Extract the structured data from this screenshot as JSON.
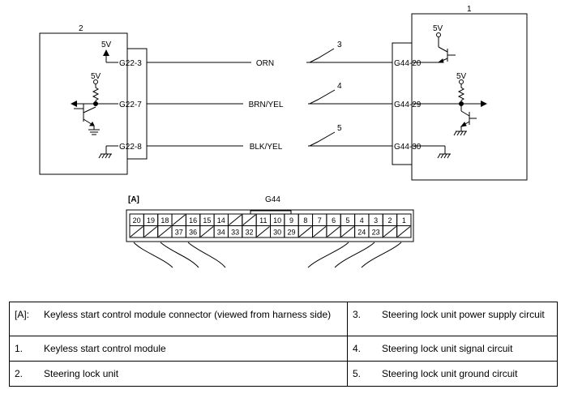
{
  "diagram": {
    "components": [
      {
        "number": "1"
      },
      {
        "number": "2"
      }
    ],
    "wire_callouts": [
      "3",
      "4",
      "5"
    ],
    "wires": [
      {
        "color": "ORN",
        "left_terminal": "G22-3",
        "right_terminal": "G44-20"
      },
      {
        "color": "BRN/YEL",
        "left_terminal": "G22-7",
        "right_terminal": "G44-29"
      },
      {
        "color": "BLK/YEL",
        "left_terminal": "G22-8",
        "right_terminal": "G44-30"
      }
    ],
    "supply_label": "5V"
  },
  "connector": {
    "tag": "[A]",
    "name": "G44",
    "top_row": [
      "20",
      "19",
      "18",
      "",
      "16",
      "15",
      "14",
      "",
      "",
      "11",
      "10",
      "9",
      "8",
      "7",
      "6",
      "5",
      "4",
      "3",
      "2",
      "1"
    ],
    "bottom_row": [
      "",
      "",
      "",
      "37",
      "36",
      "",
      "34",
      "33",
      "32",
      "",
      "30",
      "29",
      "",
      "",
      "",
      "",
      "24",
      "23",
      "",
      ""
    ]
  },
  "legend": [
    {
      "key": "[A]:",
      "text": "Keyless start control module connector (viewed from harness side)"
    },
    {
      "key": "3.",
      "text": "Steering lock unit power supply circuit"
    },
    {
      "key": "1.",
      "text": "Keyless start control module"
    },
    {
      "key": "4.",
      "text": "Steering lock unit signal circuit"
    },
    {
      "key": "2.",
      "text": "Steering lock unit"
    },
    {
      "key": "5.",
      "text": "Steering lock unit ground circuit"
    }
  ]
}
